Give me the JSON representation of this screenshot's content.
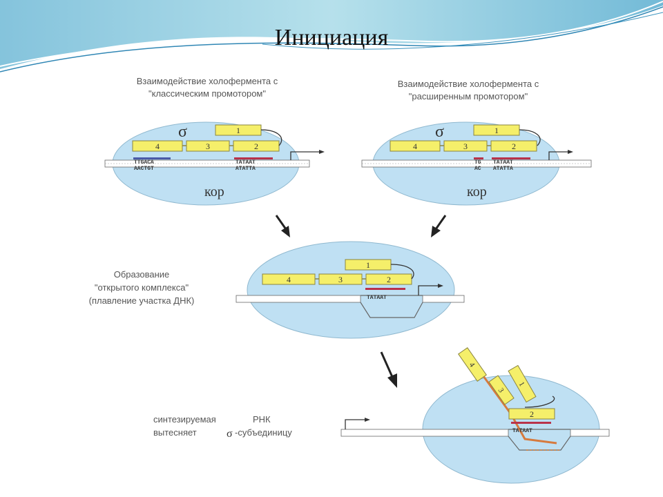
{
  "slide": {
    "title": "Инициация"
  },
  "panel_classic": {
    "caption_line1": "Взаимодействие холофермента с",
    "caption_line2": "\"классическим промотором\"",
    "sigma": "σ",
    "core": "кор",
    "domains": [
      "1",
      "4",
      "3",
      "2"
    ],
    "box35_top": "TTGACA",
    "box35_bottom": "AACTGT",
    "box10_top": "TATAAT",
    "box10_bottom": "ATATTA"
  },
  "panel_extended": {
    "caption_line1": "Взаимодействие холофермента с",
    "caption_line2": "\"расширенным промотором\"",
    "sigma": "σ",
    "core": "кор",
    "domains": [
      "1",
      "4",
      "3",
      "2"
    ],
    "ext_top": "TG",
    "ext_bottom": "AC",
    "box10_top": "TATAAT",
    "box10_bottom": "ATATTA"
  },
  "panel_open": {
    "caption_line1": "Образование",
    "caption_line2": "\"открытого комплекса\"",
    "caption_line3": "(плавление участка ДНК)",
    "domains": [
      "1",
      "4",
      "3",
      "2"
    ],
    "box10": "TATAAT"
  },
  "panel_release": {
    "caption_line1_a": "синтезируемая",
    "caption_line1_b": "РНК",
    "caption_line2_a": "вытесняет",
    "caption_line2_sigma": "σ",
    "caption_line2_b": "-субъединицу",
    "domains": [
      "4",
      "3",
      "1",
      "2"
    ],
    "box10": "TATAAT"
  },
  "colors": {
    "domain_fill": "#f5ef6a",
    "domain_stroke": "#8a8440",
    "ellipse_fill": "#bfe0f3",
    "box35_bar": "#4a5aa8",
    "box10_bar": "#b8324a",
    "rna": "#d67a3e"
  }
}
